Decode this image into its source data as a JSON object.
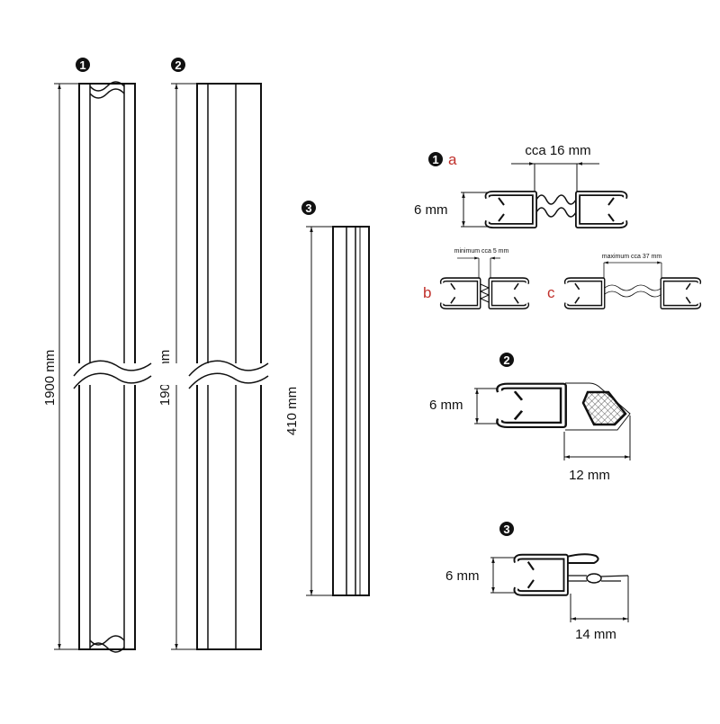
{
  "seals": [
    {
      "marker": "1",
      "length_label": "1900 mm"
    },
    {
      "marker": "2",
      "length_label": "1900 mm"
    },
    {
      "marker": "3",
      "length_label": "410 mm"
    }
  ],
  "profiles": {
    "p1": {
      "marker": "1",
      "variant_a": "a",
      "gap_label": "cca 16 mm",
      "height_label": "6 mm",
      "variant_b": "b",
      "min_label": "minimum cca 5 mm",
      "variant_c": "c",
      "max_label": "maximum cca 37 mm"
    },
    "p2": {
      "marker": "2",
      "height_label": "6 mm",
      "width_label": "12 mm"
    },
    "p3": {
      "marker": "3",
      "height_label": "6 mm",
      "width_label": "14 mm"
    }
  },
  "colors": {
    "line": "#111111",
    "accent": "#c0302b"
  }
}
